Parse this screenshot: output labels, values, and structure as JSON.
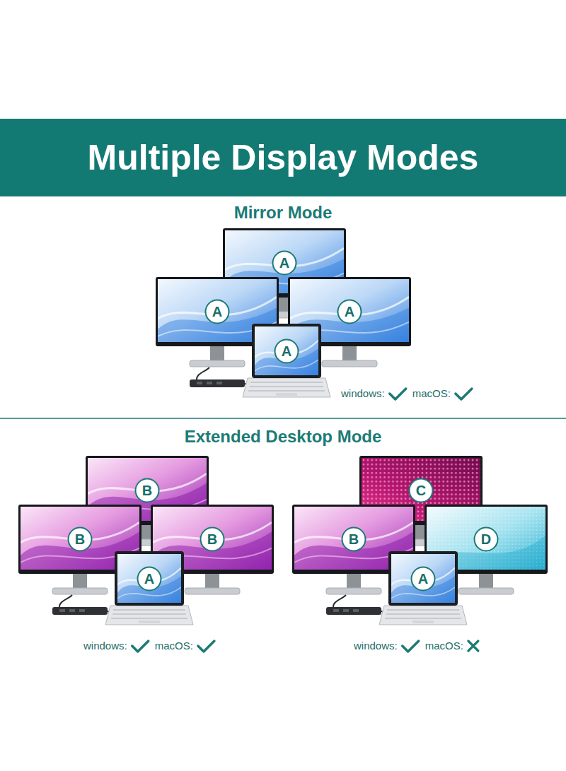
{
  "diagram": {
    "title": "Multiple Display Modes",
    "nodes": [
      {
        "text": [
          "A"
        ]
      },
      {
        "text": [
          "A"
        ]
      },
      {
        "text": [
          "A"
        ]
      },
      {
        "text": [
          "A"
        ]
      },
      {
        "text": [
          "B"
        ]
      },
      {
        "text": [
          "B"
        ]
      },
      {
        "text": [
          "B"
        ]
      },
      {
        "text": [
          "A"
        ]
      },
      {
        "text": [
          "C"
        ]
      },
      {
        "text": [
          "B"
        ]
      },
      {
        "text": [
          "D"
        ]
      },
      {
        "text": [
          "A"
        ]
      }
    ],
    "labels": [
      "Mirror Mode",
      "windows:",
      "macOS:",
      "Extended Desktop Mode",
      "windows:",
      "macOS:",
      "windows:",
      "macOS:"
    ]
  }
}
